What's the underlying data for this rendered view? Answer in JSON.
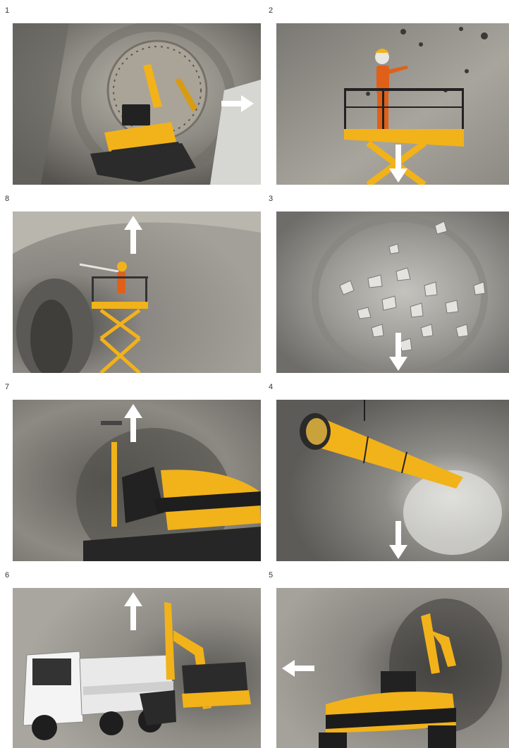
{
  "steps": [
    {
      "number": "1",
      "scene": "drilling-jumbo",
      "arrow": "right"
    },
    {
      "number": "2",
      "scene": "worker-charging",
      "arrow": "down"
    },
    {
      "number": "3",
      "scene": "blasted-rock",
      "arrow": "down"
    },
    {
      "number": "4",
      "scene": "ventilation-duct",
      "arrow": "down"
    },
    {
      "number": "5",
      "scene": "excavator-scaling",
      "arrow": "left"
    },
    {
      "number": "6",
      "scene": "truck-loading",
      "arrow": "up"
    },
    {
      "number": "7",
      "scene": "rock-bolting",
      "arrow": "up"
    },
    {
      "number": "8",
      "scene": "shotcrete-spraying",
      "arrow": "up"
    }
  ],
  "colors": {
    "machine_yellow": "#f2b21a",
    "rock_grey": "#8c8c88",
    "arrow": "#ffffff",
    "worker_orange": "#e0601a"
  }
}
